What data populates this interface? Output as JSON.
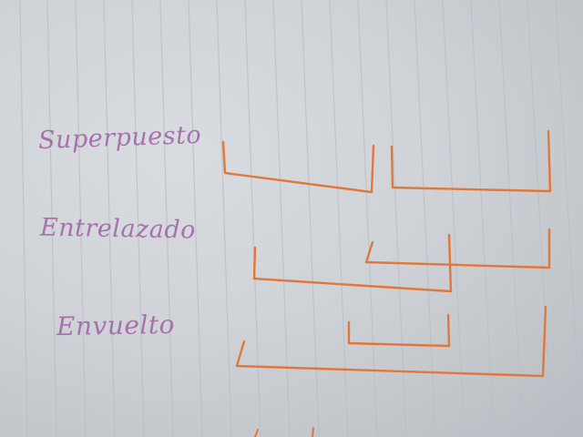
{
  "labels": {
    "superpuesto": "Superpuesto",
    "entrelazado": "Entrelazado",
    "envuelto": "Envuelto"
  },
  "colors": {
    "paper": "#cfd3d8",
    "rule_lines": "#b9bec6",
    "ink_labels": "#a36aa8",
    "ink_brackets": "#e2773a"
  }
}
